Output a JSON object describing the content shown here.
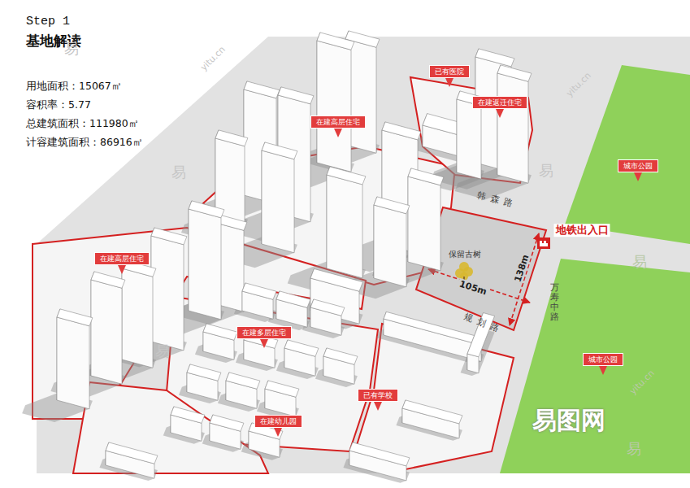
{
  "diagram": {
    "title": "基地解读",
    "nodes": [
      {
        "text": [
          "已有医院"
        ]
      },
      {
        "text": [
          "在建返迁住宅"
        ]
      },
      {
        "text": [
          "在建高层住宅"
        ]
      },
      {
        "text": [
          "城市公园"
        ]
      },
      {
        "text": [
          "在建高层住宅"
        ]
      },
      {
        "text": [
          "在建多层住宅"
        ]
      },
      {
        "text": [
          "城市公园"
        ]
      },
      {
        "text": [
          "已有学校"
        ]
      },
      {
        "text": [
          "在建幼儿园"
        ]
      }
    ],
    "labels": [
      "Step 1",
      "用地面积：15067㎡",
      "容积率：5.77",
      "总建筑面积：111980㎡",
      "计容建筑面积：86916㎡",
      "地铁出入口",
      "保留古树",
      "105m",
      "138m",
      "韩森路",
      "万寿中路",
      "规划路",
      "易图网",
      "易",
      "易",
      "易",
      "易",
      "易",
      "易",
      "yitu.cn",
      "yitu.cn",
      "yitu.cn"
    ]
  }
}
